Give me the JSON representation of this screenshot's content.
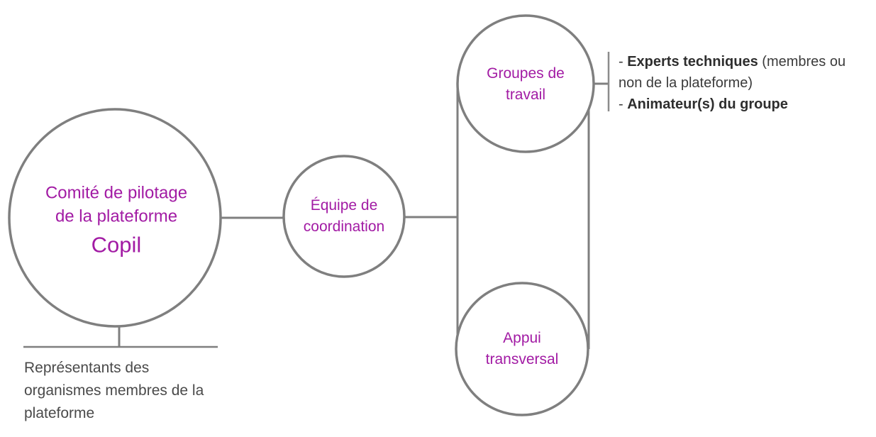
{
  "diagram": {
    "colors": {
      "accent_purple": "#A21BA4",
      "line_gray": "#7F7F7F",
      "annotation_text": "#3B3B3B",
      "caption_text": "#4A4A4A"
    },
    "nodes": {
      "copil": {
        "lines": [
          "Comité de pilotage",
          "de la plateforme"
        ],
        "subtitle": "Copil"
      },
      "coordination": {
        "lines": [
          "Équipe de",
          "coordination"
        ]
      },
      "groupes": {
        "lines": [
          "Groupes de",
          "travail"
        ]
      },
      "appui": {
        "lines": [
          "Appui",
          "transversal"
        ]
      }
    },
    "annotation": {
      "item1_dash": "- ",
      "item1_bold": "Experts techniques",
      "item1_rest": " (membres ou non de la plateforme)",
      "item2_dash": "-  ",
      "item2_bold": "Animateur(s) du groupe"
    },
    "caption": {
      "lines": [
        "Représentants des",
        "organismes membres de la",
        "plateforme"
      ]
    }
  }
}
